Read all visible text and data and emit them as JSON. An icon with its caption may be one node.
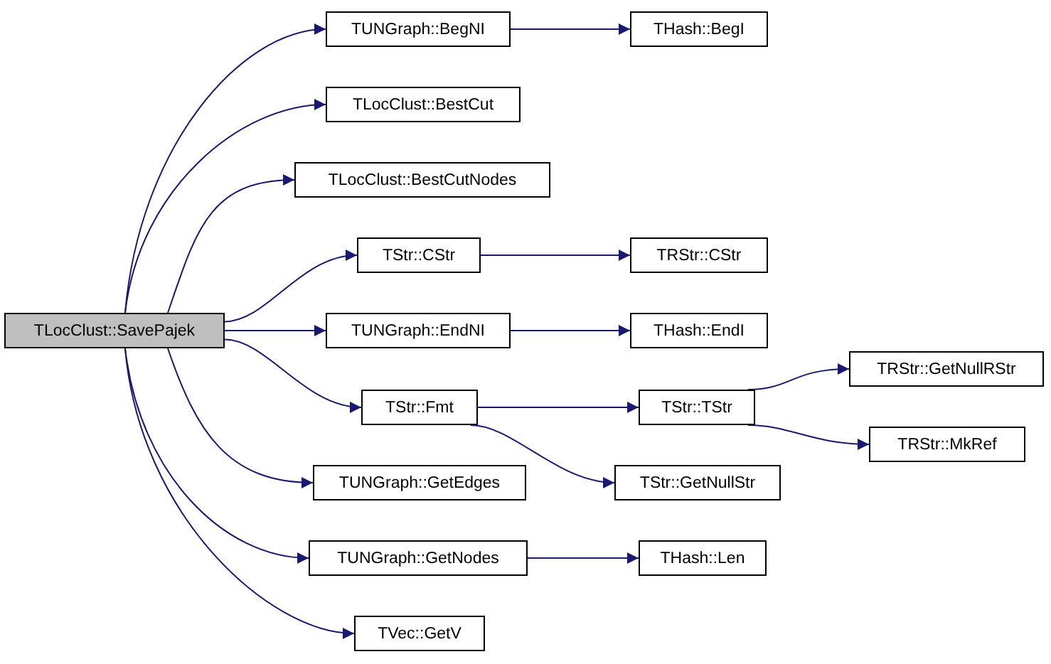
{
  "diagram": {
    "nodes": [
      {
        "text": [
          "TLocClust::SavePajek"
        ]
      },
      {
        "text": [
          "TUNGraph::BegNI"
        ]
      },
      {
        "text": [
          "THash::BegI"
        ]
      },
      {
        "text": [
          "TLocClust::BestCut"
        ]
      },
      {
        "text": [
          "TLocClust::BestCutNodes"
        ]
      },
      {
        "text": [
          "TStr::CStr"
        ]
      },
      {
        "text": [
          "TRStr::CStr"
        ]
      },
      {
        "text": [
          "TUNGraph::EndNI"
        ]
      },
      {
        "text": [
          "THash::EndI"
        ]
      },
      {
        "text": [
          "TStr::Fmt"
        ]
      },
      {
        "text": [
          "TStr::TStr"
        ]
      },
      {
        "text": [
          "TRStr::GetNullRStr"
        ]
      },
      {
        "text": [
          "TRStr::MkRef"
        ]
      },
      {
        "text": [
          "TUNGraph::GetEdges"
        ]
      },
      {
        "text": [
          "TStr::GetNullStr"
        ]
      },
      {
        "text": [
          "TUNGraph::GetNodes"
        ]
      },
      {
        "text": [
          "THash::Len"
        ]
      },
      {
        "text": [
          "TVec::GetV"
        ]
      }
    ],
    "edges": [
      {
        "from": 0,
        "to": 1,
        "arrow": "to"
      },
      {
        "from": 0,
        "to": 3,
        "arrow": "to"
      },
      {
        "from": 0,
        "to": 4,
        "arrow": "to"
      },
      {
        "from": 0,
        "to": 5,
        "arrow": "to"
      },
      {
        "from": 0,
        "to": 7,
        "arrow": "to"
      },
      {
        "from": 0,
        "to": 9,
        "arrow": "to"
      },
      {
        "from": 0,
        "to": 13,
        "arrow": "to"
      },
      {
        "from": 0,
        "to": 15,
        "arrow": "to"
      },
      {
        "from": 0,
        "to": 17,
        "arrow": "to"
      },
      {
        "from": 1,
        "to": 2,
        "arrow": "to"
      },
      {
        "from": 5,
        "to": 6,
        "arrow": "to"
      },
      {
        "from": 7,
        "to": 8,
        "arrow": "to"
      },
      {
        "from": 9,
        "to": 10,
        "arrow": "to"
      },
      {
        "from": 9,
        "to": 14,
        "arrow": "to"
      },
      {
        "from": 10,
        "to": 11,
        "arrow": "to"
      },
      {
        "from": 10,
        "to": 12,
        "arrow": "to"
      },
      {
        "from": 15,
        "to": 16,
        "arrow": "to"
      }
    ]
  }
}
